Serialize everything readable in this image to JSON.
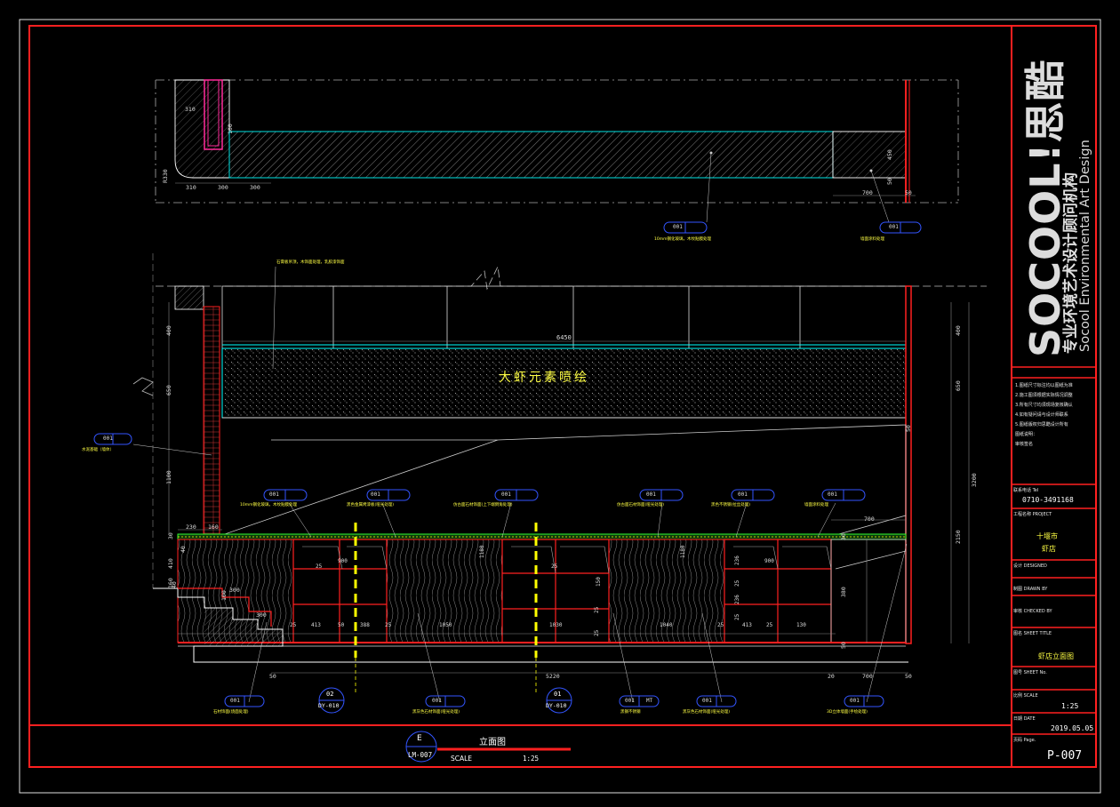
{
  "colors": {
    "background": "#000000",
    "frame": "#ff2020",
    "outline": "#ffffff",
    "cyan": "#00ffff",
    "yellow": "#ffff00",
    "green": "#33ff33",
    "blue": "#2244ff",
    "gray": "#888888"
  },
  "brand": {
    "logo_text": "SOCOOL!思酷",
    "chinese_tagline": "专业环境艺术设计顾问机构",
    "english_tagline": "Socool Environmental Art Design"
  },
  "title_block": {
    "notes_lines": [
      "1.图纸尺寸标注均以图纸为准",
      "2.施工图须根据实际情况调整",
      "3.所有尺寸均须现场复核确认",
      "4.如有疑问请与设计师联系",
      "5.图纸版权归思酷设计所有",
      "图纸说明：",
      "审核签名"
    ],
    "phone_label": "联系电话 Tel",
    "phone": "0710-3491168",
    "project_label": "工程名称 PROJECT",
    "project_name_line1": "十堰市",
    "project_name_line2": "虾店",
    "designer_label": "设计 DESIGNED",
    "drawn_label": "制图 DRAWN BY",
    "checked_label": "审核 CHECKED BY",
    "sheet_title_label": "图名 SHEET TITLE",
    "sheet_title": "虾店立面图",
    "sheet_no_label": "图号 SHEET No.",
    "scale_label": "比例 SCALE",
    "scale": "1:25",
    "date_label": "日期 DATE",
    "date": "2019.05.05",
    "page_label": "页码 Page.",
    "page": "P-007"
  },
  "drawing_title": {
    "marker_letter": "E",
    "marker_ref": "LM-007",
    "title": "立面图",
    "scale_label": "SCALE",
    "scale": "1:25"
  },
  "plan_view": {
    "dims": [
      "310",
      "310",
      "300",
      "300",
      "100",
      "450",
      "50",
      "700",
      "50",
      "R330"
    ],
    "callouts": [
      {
        "tag": "001",
        "text": "10mm钢化玻璃，木纹贴膜处理"
      },
      {
        "tag": "001",
        "text": "墙面涂料处理"
      }
    ]
  },
  "elevation": {
    "mural_text": "大虾元素喷绘",
    "top_dim": "6450",
    "left_dims": [
      "400",
      "650",
      "1100",
      "230",
      "160",
      "30",
      "40",
      "410",
      "100",
      "300",
      "300",
      "160",
      "40"
    ],
    "right_dims": [
      "400",
      "650",
      "3200",
      "2150",
      "380",
      "50",
      "700",
      "30",
      "50"
    ],
    "inner_dims": [
      "900",
      "900",
      "25",
      "25",
      "1180",
      "1180",
      "150",
      "413",
      "50",
      "388",
      "25",
      "1050",
      "1030",
      "1040",
      "25",
      "413",
      "25",
      "130",
      "25",
      "236",
      "25",
      "236",
      "25",
      "25",
      "25"
    ],
    "bottom_dims": [
      "50",
      "5220",
      "20",
      "700",
      "50"
    ],
    "top_note": "石膏板吊顶，木饰面处理，乳胶漆饰面",
    "callouts_top": [
      {
        "tag": "001",
        "text": "10mm钢化玻璃，木纹贴膜处理"
      },
      {
        "tag": "001",
        "text": "黑色金属烤漆板(哑光处理)"
      },
      {
        "tag": "001",
        "text": "仿古面石材饰面(上下端倒角处理)"
      },
      {
        "tag": "001",
        "text": "仿古面石材饰面(哑光处理)"
      },
      {
        "tag": "001",
        "text": "黑色不锈钢(拉丝处理)"
      },
      {
        "tag": "001",
        "text": "墙面涂料处理"
      }
    ],
    "callout_left": {
      "tag": "001",
      "text": "水泥基础（墙体）"
    },
    "callouts_bottom": [
      {
        "tag": "001",
        "text": "石材饰面(烧面处理)"
      },
      {
        "tag": "001",
        "text": "黑灰色石材饰面(哑光处理)"
      },
      {
        "tag": "001",
        "tag2": "MT",
        "text": "黑钢不锈钢"
      },
      {
        "tag": "001",
        "text": "黑灰色石材饰面(哑光处理)"
      },
      {
        "tag": "001",
        "text": "3D立体墙面(手绘处理)"
      }
    ],
    "section_marks": [
      {
        "num": "02",
        "ref": "DY-010"
      },
      {
        "num": "01",
        "ref": "DY-010"
      }
    ]
  }
}
